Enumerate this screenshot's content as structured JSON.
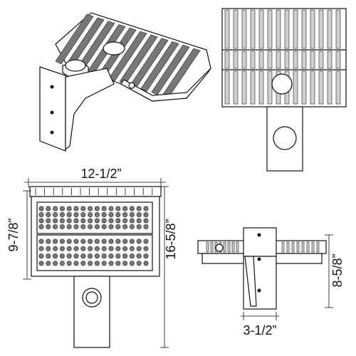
{
  "dimensions": {
    "width_top_view": "12-1/2”",
    "height_left_view": "9-7/8”",
    "height_overall": "16-5/8”",
    "side_height": "8-5/8”",
    "arm_width": "3-1/2”"
  },
  "colors": {
    "line": "#111111",
    "dark_fill": "#777777",
    "light_fill": "#cfcfcf",
    "background": "#ffffff"
  }
}
